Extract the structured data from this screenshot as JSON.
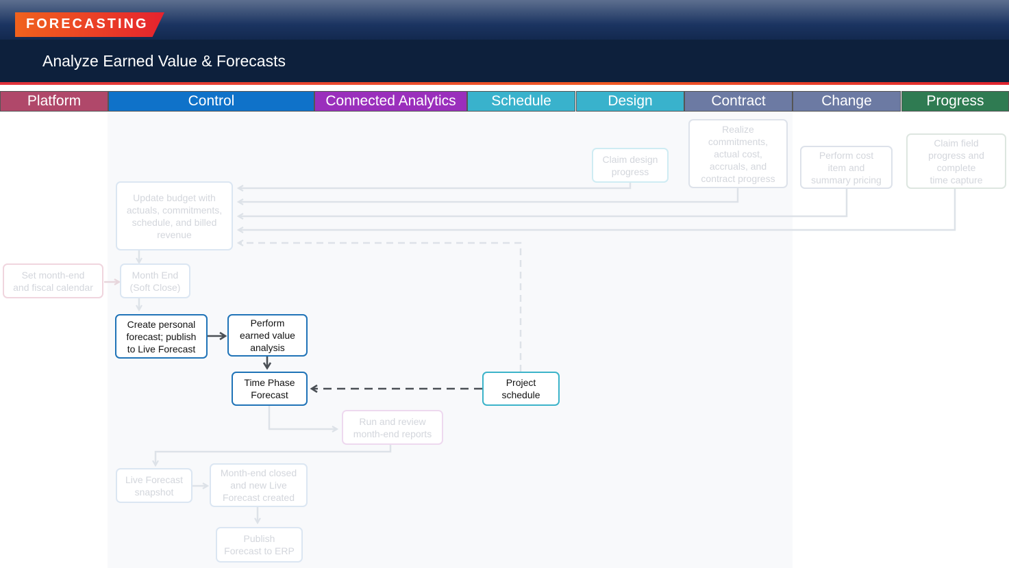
{
  "header": {
    "badge": "FORECASTING",
    "title": "Analyze Earned Value & Forecasts"
  },
  "tabs": [
    {
      "label": "Platform",
      "color": "#b0486a"
    },
    {
      "label": "Control",
      "color": "#0f72c9"
    },
    {
      "label": "Connected Analytics",
      "color": "#9a2fbc"
    },
    {
      "label": "Schedule",
      "color": "#39b2cc"
    },
    {
      "label": "Design",
      "color": "#39b2cc"
    },
    {
      "label": "Contract",
      "color": "#6c7aa3"
    },
    {
      "label": "Change",
      "color": "#6c7aa3"
    },
    {
      "label": "Progress",
      "color": "#2f7b52"
    }
  ],
  "nodes": {
    "claim_design": "Claim design\nprogress",
    "realize": "Realize\ncommitments,\nactual cost,\naccruals, and\ncontract progress",
    "perform_cost": "Perform cost\nitem and\nsummary pricing",
    "claim_field": "Claim field\nprogress and\ncomplete\ntime capture",
    "update_budget": "Update budget with\nactuals, commitments,\nschedule, and billed\nrevenue",
    "set_month_end": "Set month-end\nand fiscal calendar",
    "month_end": "Month End\n(Soft Close)",
    "create_forecast": "Create personal\nforecast; publish\nto Live Forecast",
    "earned_value": "Perform\nearned value\nanalysis",
    "time_phase": "Time Phase\nForecast",
    "project_schedule": "Project\nschedule",
    "run_reports": "Run and review\nmonth-end reports",
    "live_snapshot": "Live Forecast\nsnapshot",
    "month_closed": "Month-end closed\nand new Live\nForecast created",
    "publish_erp": "Publish\nForecast to ERP"
  }
}
